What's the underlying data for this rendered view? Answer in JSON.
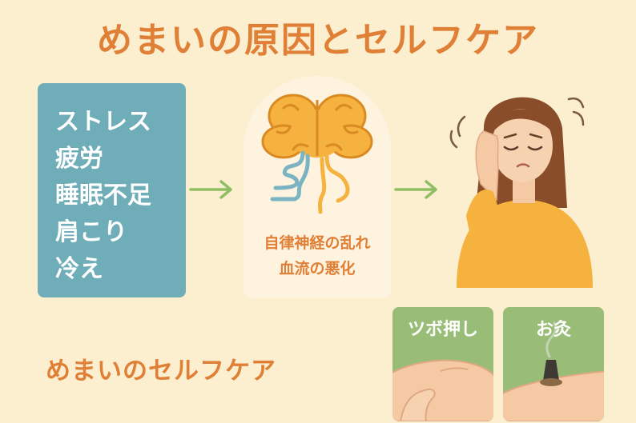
{
  "title": "めまいの原因とセルフケア",
  "causes": [
    "ストレス",
    "疲労",
    "睡眠不足",
    "肩こり",
    "冷え"
  ],
  "mechanism": {
    "line1": "自律神経の乱れ",
    "line2": "血流の悪化"
  },
  "selfcare_heading": "めまいのセルフケア",
  "cards": [
    {
      "label": "ツボ押し",
      "icon": "hand-pressure-icon"
    },
    {
      "label": "お灸",
      "icon": "moxibustion-icon"
    }
  ],
  "colors": {
    "background": "#fcefd0",
    "accent_orange": "#e07f36",
    "causes_box": "#6fadb8",
    "arrow_green": "#8fbf62",
    "card_green": "#99bd77"
  }
}
